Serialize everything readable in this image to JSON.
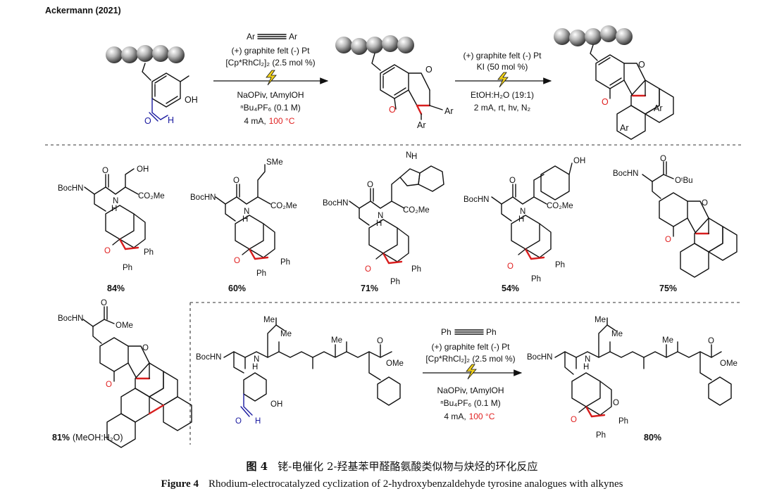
{
  "header": {
    "author": "Ackermann (2021)"
  },
  "scheme1": {
    "alkyne_left": "Ar",
    "alkyne_right": "Ar",
    "electrodes": "(+) graphite felt (-) Pt",
    "catalyst": "[Cp*RhCl₂]₂ (2.5 mol %)",
    "base_solvent": "NaOPiv, tAmylOH",
    "electrolyte": "ⁿBu₄PF₆ (0.1 M)",
    "current": "4 mA,",
    "temperature": "100 °C"
  },
  "scheme2": {
    "electrodes": "(+) graphite felt (-) Pt",
    "additive": "KI (50 mol %)",
    "solvent": "EtOH:H₂O (19:1)",
    "conditions": "2 mA, rt, hv, N₂"
  },
  "substrate_labels": {
    "oh": "OH",
    "h": "H",
    "o": "O",
    "ar1": "Ar",
    "ar2": "Ar",
    "ar3": "Ar",
    "ar4": "Ar",
    "o_ring": "O"
  },
  "products_row1": [
    {
      "yield": "84%",
      "labels": [
        "BocHN",
        "OH",
        "CO₂Me",
        "N",
        "H",
        "O",
        "O",
        "Ph",
        "Ph"
      ]
    },
    {
      "yield": "60%",
      "labels": [
        "SMe",
        "BocHN",
        "CO₂Me",
        "N",
        "H",
        "O",
        "O",
        "Ph",
        "Ph"
      ]
    },
    {
      "yield": "71%",
      "labels": [
        "N",
        "H",
        "BocHN",
        "CO₂Me",
        "N",
        "H",
        "O",
        "O",
        "Ph",
        "Ph"
      ]
    },
    {
      "yield": "54%",
      "labels": [
        "OH",
        "BocHN",
        "CO₂Me",
        "N",
        "H",
        "O",
        "O",
        "Ph",
        "Ph"
      ]
    },
    {
      "yield": "75%",
      "labels": [
        "BocHN",
        "O",
        "OᵗBu",
        "O",
        "O"
      ]
    }
  ],
  "product_row2": {
    "yield": "81%",
    "solvent_note": "(MeOH:H₂O)",
    "labels": [
      "BocHN",
      "O",
      "OMe",
      "O",
      "O"
    ]
  },
  "scheme3": {
    "alkyne_left": "Ph",
    "alkyne_right": "Ph",
    "electrodes": "(+) graphite felt (-) Pt",
    "catalyst": "[Cp*RhCl₂]₂ (2.5 mol %)",
    "base_solvent": "NaOPiv, tAmylOH",
    "electrolyte": "ⁿBu₄PF₆ (0.1 M)",
    "current": "4 mA,",
    "temperature": "100 °C",
    "product_yield": "80%",
    "peptide_labels": [
      "BocHN",
      "Me",
      "Me",
      "Me",
      "O",
      "OMe",
      "N",
      "H",
      "OH",
      "H"
    ]
  },
  "caption": {
    "cn_number": "图 4",
    "cn_text": "铑-电催化 2-羟基苯甲醛酪氨酸类似物与炔烃的环化反应",
    "en_number": "Figure 4",
    "en_text": "Rhodium-electrocatalyzed cyclization of 2-hydroxybenzaldehyde tyrosine analogues with alkynes"
  },
  "colors": {
    "highlight_red": "#e02020",
    "substrate_blue": "#1a1aa0",
    "bead_gray": "#9a9a9a"
  }
}
